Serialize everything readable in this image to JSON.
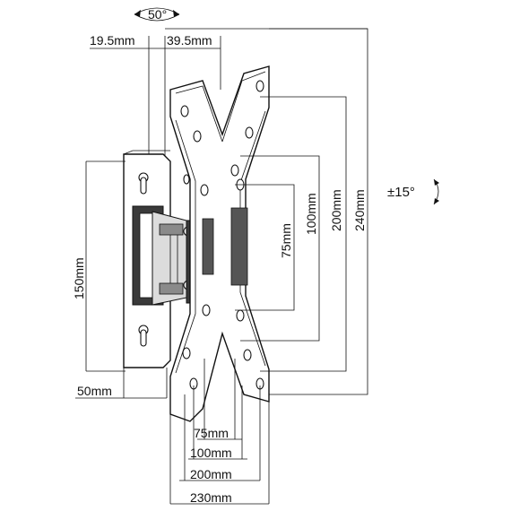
{
  "labels": {
    "swivel_angle": "50°",
    "offset_left": "19.5mm",
    "offset_right": "39.5mm",
    "wall_plate_height": "150mm",
    "wall_plate_depth": "50mm",
    "vertical_75": "75mm",
    "vertical_100": "100mm",
    "vertical_200": "200mm",
    "vertical_240": "240mm",
    "tilt": "±15°",
    "horizontal_75": "75mm",
    "horizontal_100": "100mm",
    "horizontal_200": "200mm",
    "horizontal_230": "230mm"
  }
}
